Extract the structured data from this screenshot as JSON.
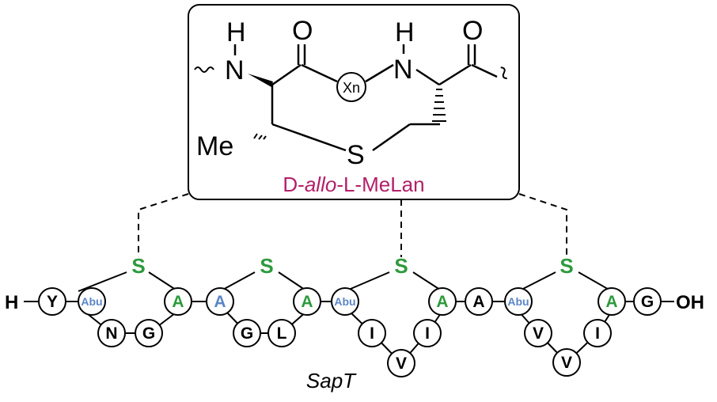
{
  "colors": {
    "black": "#000000",
    "green": "#2e9a3c",
    "blue": "#5b86c6",
    "magenta": "#b3206a"
  },
  "inset": {
    "atoms": {
      "nh_left_h": "H",
      "nh_left_n": "N",
      "carbonyl_left_o": "O",
      "xn": "Xn",
      "nh_right_h": "H",
      "nh_right_n": "N",
      "carbonyl_right_o": "O",
      "methyl": "Me",
      "sulfur": "S"
    },
    "label": {
      "prefix": "D-",
      "italic": "allo",
      "suffix": "-L-MeLan"
    }
  },
  "peptide": {
    "n_terminus": "H",
    "c_terminus": "OH",
    "name": "SapT",
    "sulfur": "S",
    "residues": [
      {
        "label": "Y",
        "color": "black"
      },
      {
        "label": "Abu",
        "color": "blue"
      },
      {
        "label": "N",
        "color": "black"
      },
      {
        "label": "G",
        "color": "black"
      },
      {
        "label": "A",
        "color": "green"
      },
      {
        "label": "A",
        "color": "blue"
      },
      {
        "label": "G",
        "color": "black"
      },
      {
        "label": "L",
        "color": "black"
      },
      {
        "label": "A",
        "color": "green"
      },
      {
        "label": "Abu",
        "color": "blue"
      },
      {
        "label": "I",
        "color": "black"
      },
      {
        "label": "V",
        "color": "black"
      },
      {
        "label": "I",
        "color": "black"
      },
      {
        "label": "A",
        "color": "green"
      },
      {
        "label": "A",
        "color": "black"
      },
      {
        "label": "Abu",
        "color": "blue"
      },
      {
        "label": "V",
        "color": "black"
      },
      {
        "label": "V",
        "color": "black"
      },
      {
        "label": "I",
        "color": "black"
      },
      {
        "label": "A",
        "color": "green"
      },
      {
        "label": "G",
        "color": "black"
      }
    ]
  }
}
